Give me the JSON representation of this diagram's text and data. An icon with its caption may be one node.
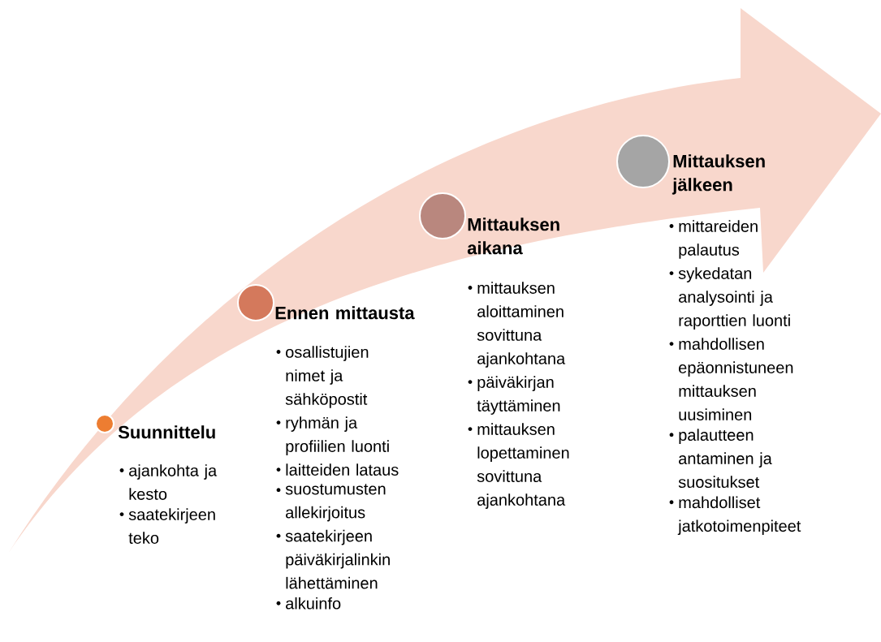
{
  "diagram": {
    "nodes": [
      {
        "text": [
          "Suunnittelu",
          "ajankohta ja kesto",
          "saatekirjeen teko"
        ]
      },
      {
        "text": [
          "Ennen mittausta",
          "osallistujien nimet ja sähköpostit",
          "ryhmän ja profiilien luonti",
          "laitteiden lataus",
          "suostumusten allekirjoitus",
          "saatekirjeen päiväkirjalinkin lähettäminen",
          "alkuinfo"
        ]
      },
      {
        "text": [
          "Mittauksen aikana",
          "mittauksen aloittaminen sovittuna ajankohtana",
          "päiväkirjan täyttäminen",
          "mittauksen lopettaminen sovittuna ajankohtana"
        ]
      },
      {
        "text": [
          "Mittauksen jälkeen",
          "mittareiden palautus",
          "sykedatan analysointi ja raporttien luonti",
          "mahdollisen epäonnistuneen mittauksen uusiminen",
          "palautteen antaminen ja suositukset",
          "mahdolliset jatkotoimenpiteet"
        ]
      }
    ]
  }
}
